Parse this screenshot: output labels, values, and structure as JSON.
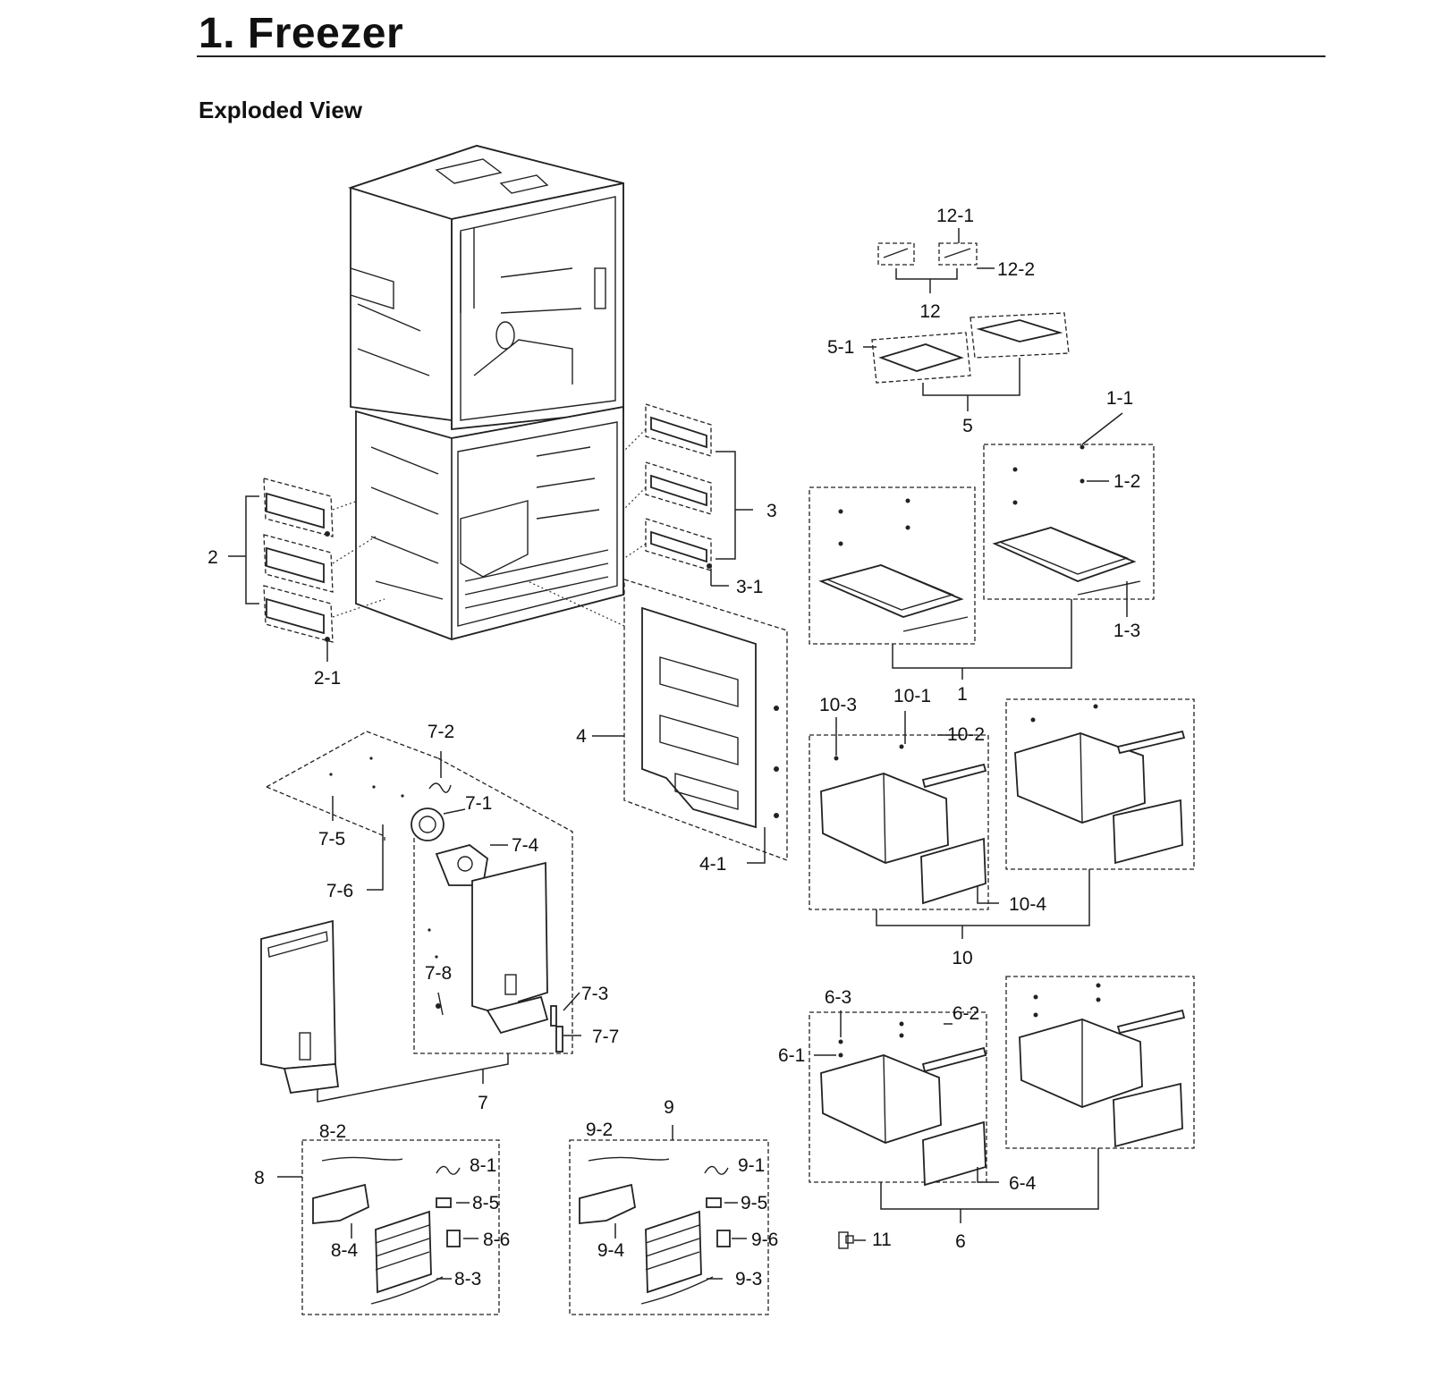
{
  "page_title": "1. Freezer",
  "section_title": "Exploded View",
  "callouts": [
    {
      "id": "callout-1",
      "text": "1"
    },
    {
      "id": "callout-1-1",
      "text": "1-1"
    },
    {
      "id": "callout-1-2",
      "text": "1-2"
    },
    {
      "id": "callout-1-3",
      "text": "1-3"
    },
    {
      "id": "callout-2",
      "text": "2"
    },
    {
      "id": "callout-2-1",
      "text": "2-1"
    },
    {
      "id": "callout-3",
      "text": "3"
    },
    {
      "id": "callout-3-1",
      "text": "3-1"
    },
    {
      "id": "callout-4",
      "text": "4"
    },
    {
      "id": "callout-4-1",
      "text": "4-1"
    },
    {
      "id": "callout-5",
      "text": "5"
    },
    {
      "id": "callout-5-1",
      "text": "5-1"
    },
    {
      "id": "callout-6",
      "text": "6"
    },
    {
      "id": "callout-6-1",
      "text": "6-1"
    },
    {
      "id": "callout-6-2",
      "text": "6-2"
    },
    {
      "id": "callout-6-3",
      "text": "6-3"
    },
    {
      "id": "callout-6-4",
      "text": "6-4"
    },
    {
      "id": "callout-7",
      "text": "7"
    },
    {
      "id": "callout-7-1",
      "text": "7-1"
    },
    {
      "id": "callout-7-2",
      "text": "7-2"
    },
    {
      "id": "callout-7-3",
      "text": "7-3"
    },
    {
      "id": "callout-7-4",
      "text": "7-4"
    },
    {
      "id": "callout-7-5",
      "text": "7-5"
    },
    {
      "id": "callout-7-6",
      "text": "7-6"
    },
    {
      "id": "callout-7-7",
      "text": "7-7"
    },
    {
      "id": "callout-7-8",
      "text": "7-8"
    },
    {
      "id": "callout-8",
      "text": "8"
    },
    {
      "id": "callout-8-1",
      "text": "8-1"
    },
    {
      "id": "callout-8-2",
      "text": "8-2"
    },
    {
      "id": "callout-8-3",
      "text": "8-3"
    },
    {
      "id": "callout-8-4",
      "text": "8-4"
    },
    {
      "id": "callout-8-5",
      "text": "8-5"
    },
    {
      "id": "callout-8-6",
      "text": "8-6"
    },
    {
      "id": "callout-9",
      "text": "9"
    },
    {
      "id": "callout-9-1",
      "text": "9-1"
    },
    {
      "id": "callout-9-2",
      "text": "9-2"
    },
    {
      "id": "callout-9-3",
      "text": "9-3"
    },
    {
      "id": "callout-9-4",
      "text": "9-4"
    },
    {
      "id": "callout-9-5",
      "text": "9-5"
    },
    {
      "id": "callout-9-6",
      "text": "9-6"
    },
    {
      "id": "callout-10",
      "text": "10"
    },
    {
      "id": "callout-10-1",
      "text": "10-1"
    },
    {
      "id": "callout-10-2",
      "text": "10-2"
    },
    {
      "id": "callout-10-3",
      "text": "10-3"
    },
    {
      "id": "callout-10-4",
      "text": "10-4"
    },
    {
      "id": "callout-11",
      "text": "11"
    },
    {
      "id": "callout-12",
      "text": "12"
    },
    {
      "id": "callout-12-1",
      "text": "12-1"
    },
    {
      "id": "callout-12-2",
      "text": "12-2"
    }
  ]
}
